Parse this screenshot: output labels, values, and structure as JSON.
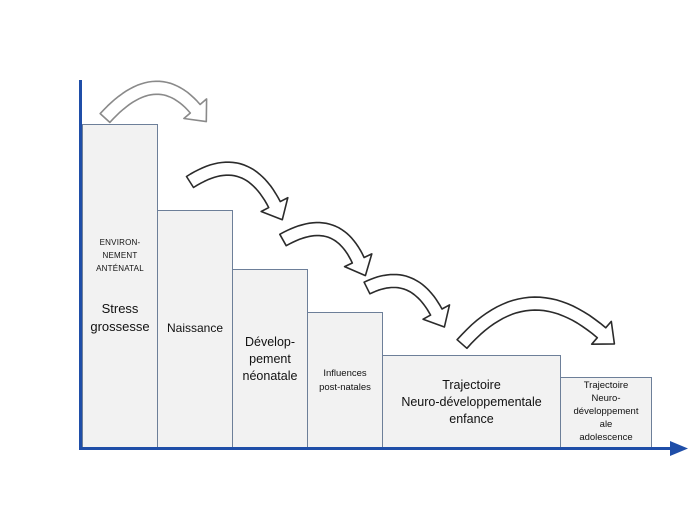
{
  "colors": {
    "axis": "#1f4ea8",
    "step_fill": "#f2f2f2",
    "step_border": "#6d7f99",
    "arrow_fill": "#ffffff",
    "arrow_stroke": "#2b2b2b",
    "first_arrow_stroke": "#8a8a8a"
  },
  "steps": [
    {
      "id": "stress",
      "line1": "ENVIRON-",
      "line2": "NEMENT",
      "line3": "ANTÉNATAL",
      "main1": "Stress",
      "main2": "grossesse"
    },
    {
      "id": "naissance",
      "main1": "Naissance"
    },
    {
      "id": "developpement",
      "main1": "Dévelop-",
      "main2": "pement",
      "main3": "néonatale"
    },
    {
      "id": "influences",
      "main1": "Influences",
      "main2": "post-natales"
    },
    {
      "id": "enfance",
      "main1": "Trajectoire",
      "main2": "Neuro-développementale",
      "main3": "enfance"
    },
    {
      "id": "adolescence",
      "main1": "Trajectoire",
      "main2": "Neuro-",
      "main3": "développement",
      "main4": "ale",
      "main5": "adolescence"
    }
  ]
}
